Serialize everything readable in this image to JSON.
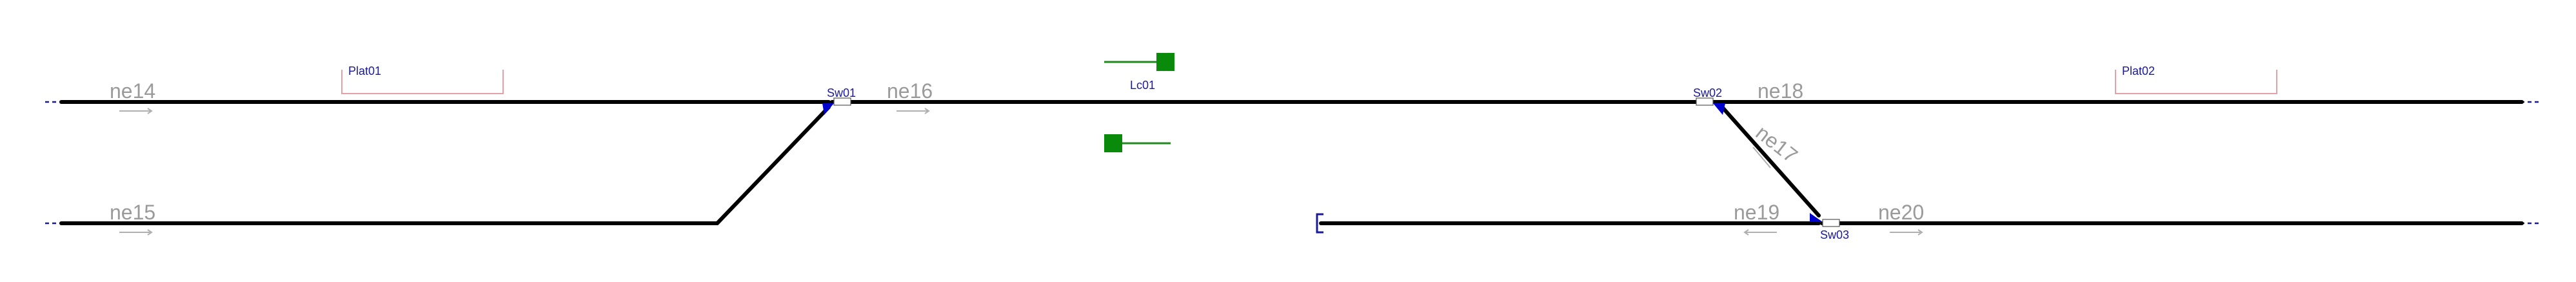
{
  "sections": {
    "ne14": "ne14",
    "ne15": "ne15",
    "ne16": "ne16",
    "ne17": "ne17",
    "ne18": "ne18",
    "ne19": "ne19",
    "ne20": "ne20"
  },
  "platforms": {
    "plat01": "Plat01",
    "plat02": "Plat02"
  },
  "switches": {
    "sw01": "Sw01",
    "sw02": "Sw02",
    "sw03": "Sw03"
  },
  "crossing": {
    "lc01": "Lc01"
  },
  "colors": {
    "track": "#000000",
    "signal": "#0a8a0a",
    "switch": "#0000cc",
    "platform": "#e5a0a8",
    "label": "#9a9a9a",
    "node_label": "#1a1a9a"
  }
}
